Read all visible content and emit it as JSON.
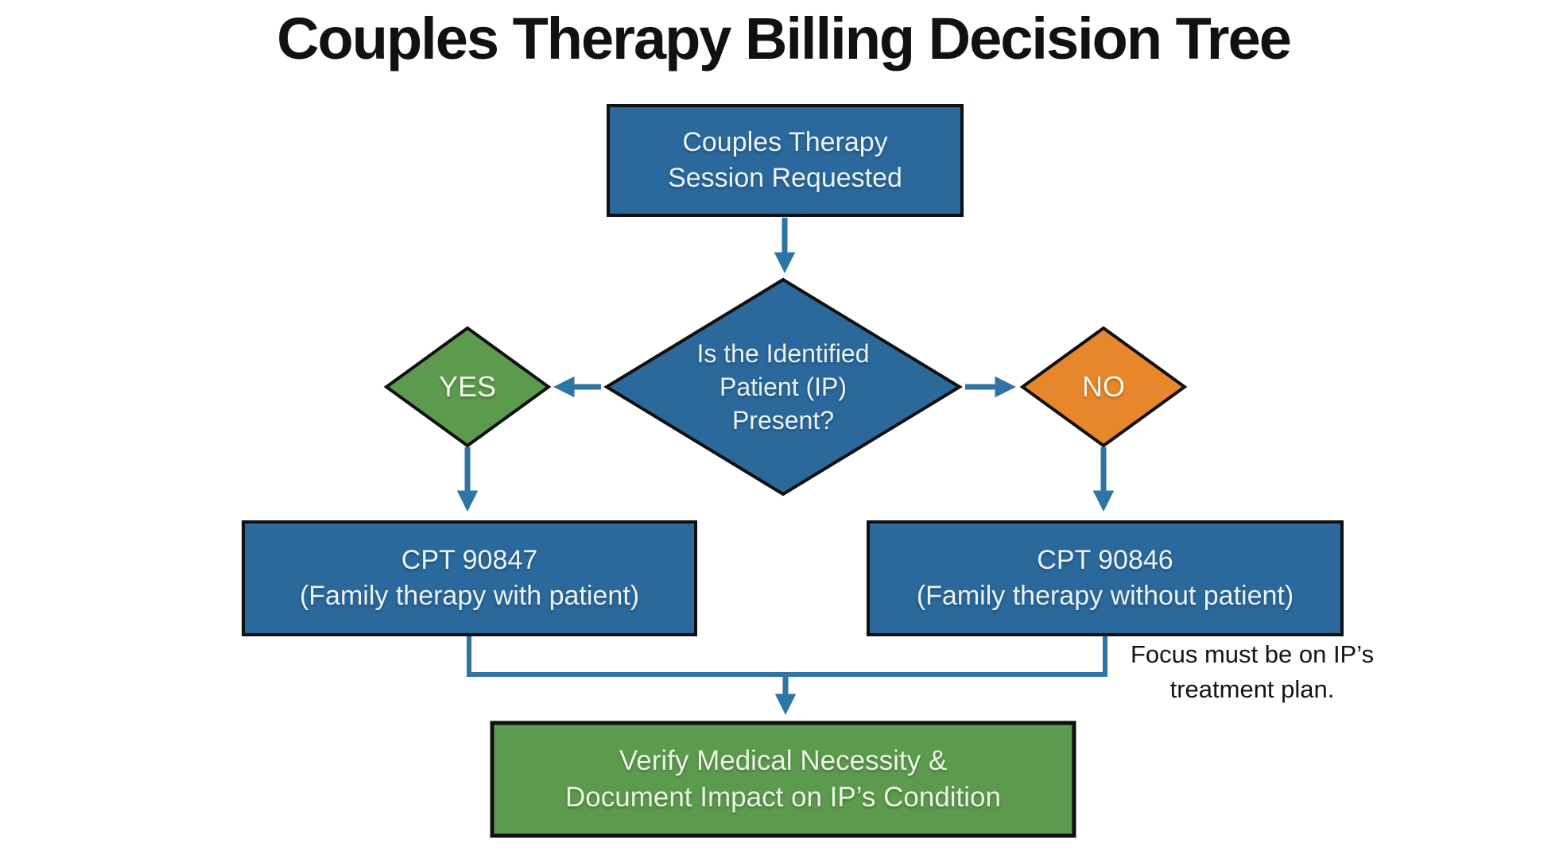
{
  "title": "Couples Therapy Billing Decision Tree",
  "colors": {
    "node_blue": "#2B689B",
    "node_green": "#5C9A4E",
    "node_orange": "#E8862B",
    "edge": "#2E74A4"
  },
  "nodes": {
    "start": {
      "lines": [
        "Couples Therapy",
        "Session Requested"
      ]
    },
    "decision": {
      "lines": [
        "Is the Identified",
        "Patient (IP)",
        "Present?"
      ]
    },
    "yes": {
      "label": "YES"
    },
    "no": {
      "label": "NO"
    },
    "cpt_with": {
      "code": "CPT 90847",
      "desc": "(Family therapy with patient)"
    },
    "cpt_without": {
      "code": "CPT 90846",
      "desc": "(Family therapy without patient)"
    },
    "note": {
      "lines": [
        "Focus must be on IP’s",
        "treatment plan."
      ]
    },
    "final": {
      "lines": [
        "Verify Medical Necessity &",
        "Document Impact on IP’s Condition"
      ]
    }
  }
}
